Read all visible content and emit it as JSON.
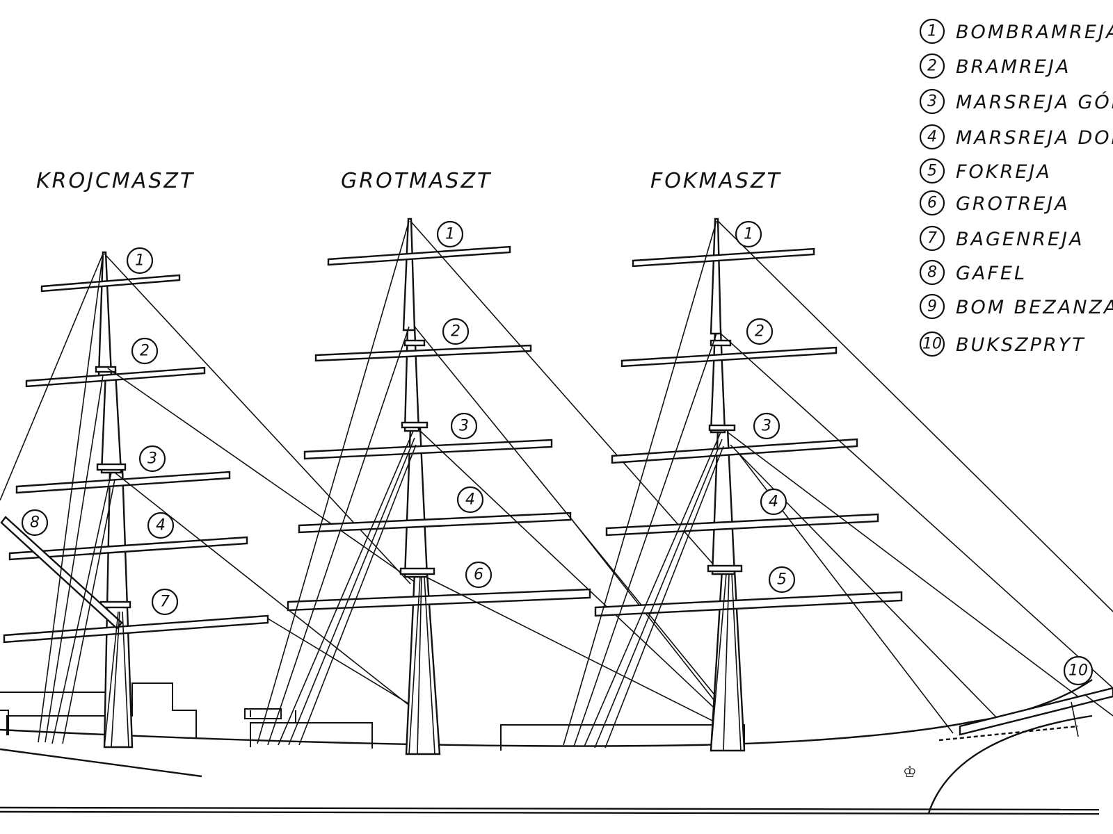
{
  "mast_titles": {
    "kroj": "KROJCMASZT",
    "grot": "GROTMASZT",
    "fok": "FOKMASZT"
  },
  "callouts": {
    "kroj": [
      "1",
      "2",
      "3",
      "4",
      "7",
      "8"
    ],
    "grot": [
      "1",
      "2",
      "3",
      "4",
      "6"
    ],
    "fok": [
      "1",
      "2",
      "3",
      "4",
      "5"
    ],
    "bow": "10"
  },
  "legend": [
    {
      "num": "1",
      "label": "BOMBRAMREJA"
    },
    {
      "num": "2",
      "label": "BRAMREJA"
    },
    {
      "num": "3",
      "label": "MARSREJA GÓRNA"
    },
    {
      "num": "4",
      "label": "MARSREJA DOLNA"
    },
    {
      "num": "5",
      "label": "FOKREJA"
    },
    {
      "num": "6",
      "label": "GROTREJA"
    },
    {
      "num": "7",
      "label": "BAGENREJA"
    },
    {
      "num": "8",
      "label": "GAFEL"
    },
    {
      "num": "9",
      "label": "BOM BEZANZAGLA"
    },
    {
      "num": "10",
      "label": "BUKSZPRYT"
    }
  ]
}
